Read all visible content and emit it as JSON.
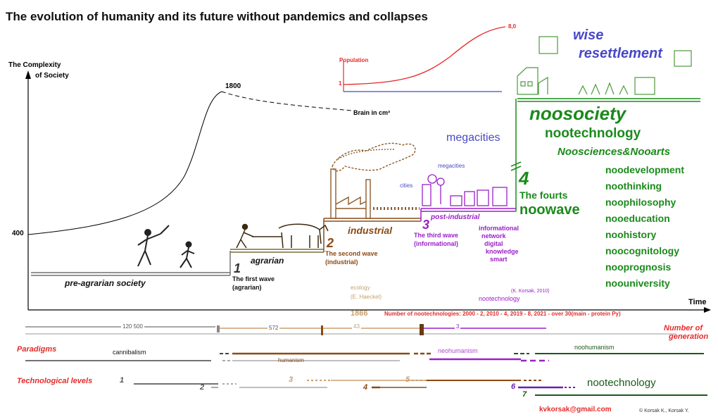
{
  "title": "The evolution of humanity and its future without pandemics and collapses",
  "axes": {
    "y_label_1": "The Complexity",
    "y_label_2": "of Society",
    "y_tick": "400",
    "x_label": "Time"
  },
  "peak_label": "1800",
  "brain_label": "Brain in cm³",
  "inset": {
    "label": "Population",
    "y_start": "1",
    "y_end": "8,0"
  },
  "wise_1": "wise",
  "wise_2": "resettlement",
  "megacities_big": "megacities",
  "megacities_small": "megacities",
  "cities": "cities",
  "stages": {
    "pre_agrarian": "pre-agrarian society",
    "agrarian": "agrarian",
    "industrial": "industrial",
    "post_industrial": "post-industrial"
  },
  "waves": {
    "w1_num": "1",
    "w1_a": "The first wave",
    "w1_b": "(agrarian)",
    "w2_num": "2",
    "w2_a": "The second wave",
    "w2_b": "(industrial)",
    "w3_num": "3",
    "w3_a": "The third wave",
    "w3_b": "(informational)",
    "w3_list": [
      "informational",
      "network",
      "digital",
      "knowledge",
      "smart"
    ],
    "w4_num": "4",
    "w4_a": "The fourts",
    "w4_b": "noowave"
  },
  "noo": {
    "noosociety": "noosociety",
    "nootechnology": "nootechnology",
    "noosciences": "Noosciences&Nooarts",
    "list": [
      "noodevelopment",
      "noothinking",
      "noophilosophy",
      "nooeducation",
      "noohistory",
      "noocognitology",
      "nooprognosis",
      "noouniversity"
    ]
  },
  "ecology_1": "ecology",
  "ecology_2": "(E. Haeckel)",
  "year_1866": "1866",
  "korsak_2010": "(K. Korsak, 2010)",
  "nootech_label": "nootechnology",
  "nootech_count": "Number of nootechnologies: 2000 - 2, 2010 - 4, 2019 - 8, 2021 - over 30(main - protein Py)",
  "gen_nums": [
    "120 500",
    "572",
    "43",
    "3"
  ],
  "gen_label_1": "Number of",
  "gen_label_2": "generation",
  "paradigms": {
    "label": "Paradigms",
    "cannibalism": "cannibalism",
    "humanism": "humanism",
    "neohumanism": "neohumanism",
    "noohumanism": "noohumanism"
  },
  "tech_levels": {
    "label": "Technological levels",
    "n1": "1",
    "n2": "2",
    "n3": "3",
    "n4": "4",
    "n5": "5",
    "n6": "6",
    "n7": "7",
    "nootech": "nootechnology"
  },
  "email": "kvkorsak@gmail.com",
  "copyright": "© Korsak K., Korsak Y.",
  "colors": {
    "brown": "#8b4a14",
    "purple": "#9b20c8",
    "green": "#1b8a1b",
    "blue": "#4848c8",
    "red": "#e52a2a",
    "darkgreen": "#1a5a1a",
    "tan": "#c8a070"
  }
}
